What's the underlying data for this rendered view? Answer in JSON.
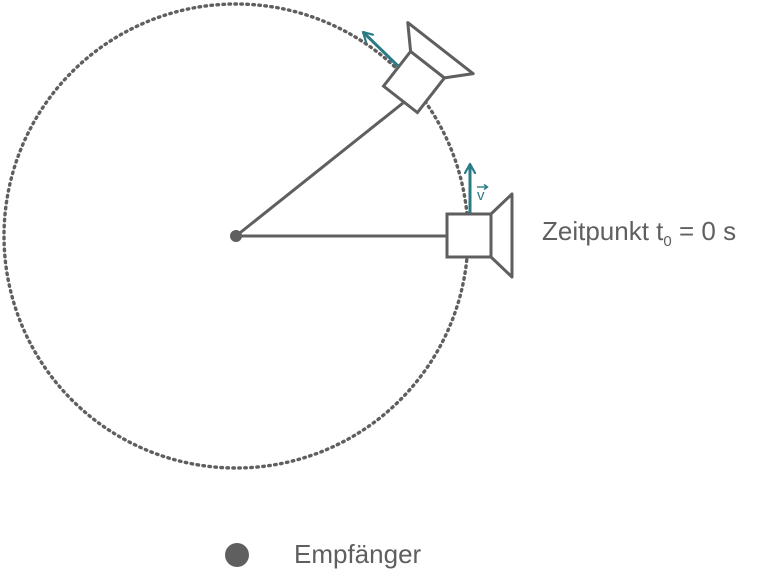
{
  "diagram": {
    "time_label": {
      "prefix": "Zeitpunkt t",
      "subscript": "0",
      "suffix": " = 0 s"
    },
    "velocity_label": "v",
    "legend": {
      "receiver_label": "Empfänger"
    },
    "colors": {
      "stroke": "#5f5f5f",
      "velocity": "#2a7b85",
      "background": "#ffffff"
    },
    "icons": {
      "speaker": "speaker-icon",
      "receiver": "filled-circle-dot"
    }
  }
}
